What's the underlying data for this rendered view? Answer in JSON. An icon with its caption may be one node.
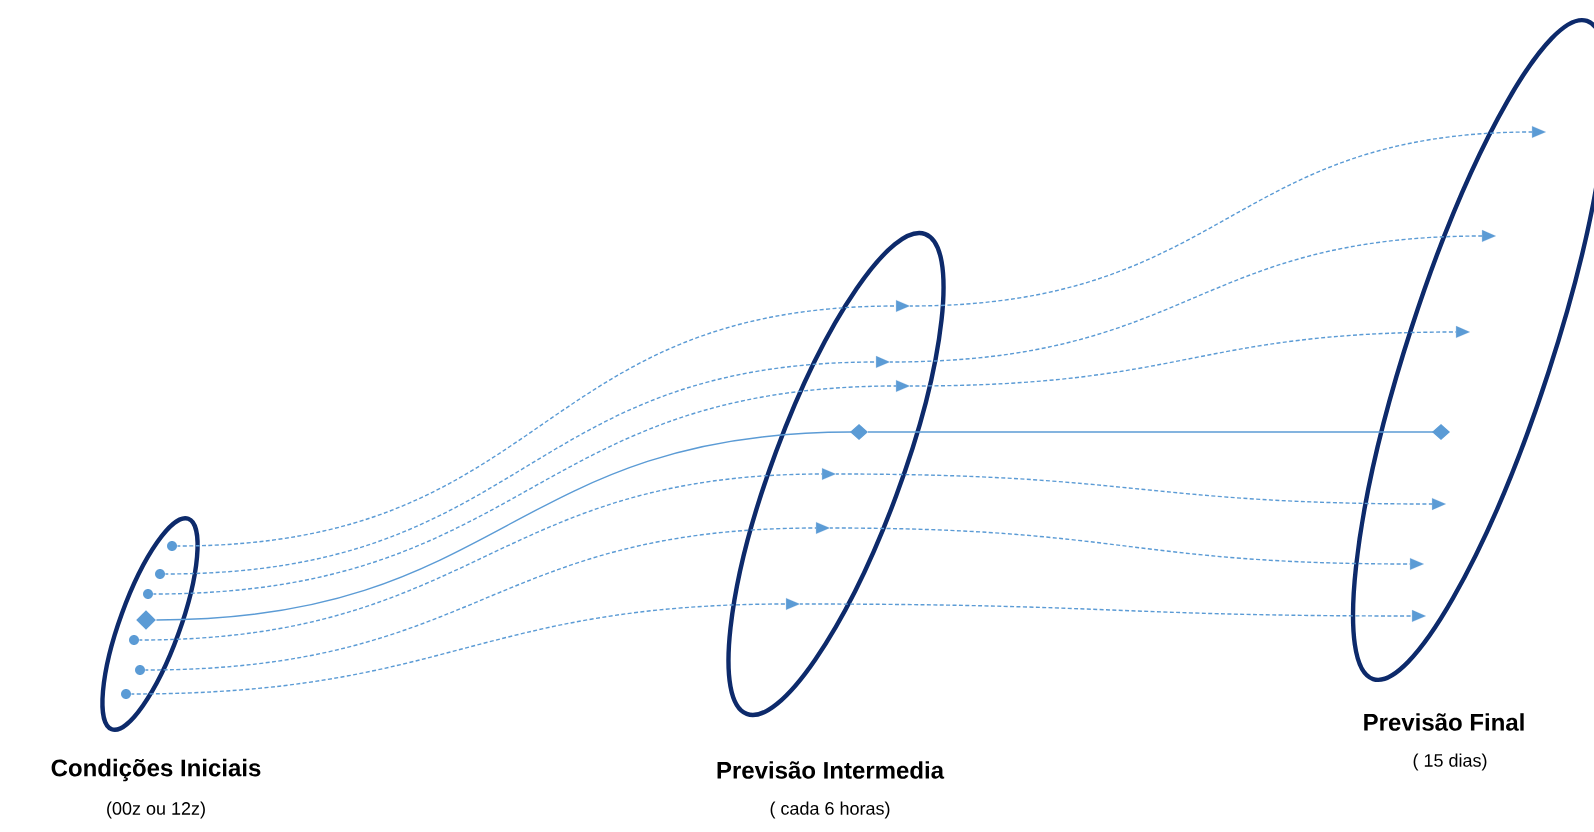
{
  "diagram": {
    "nodes": [
      {
        "text": [
          "Condições Iniciais",
          "(00z ou 12z)"
        ]
      },
      {
        "text": [
          "Previsão Intermedia",
          "( cada 6 horas)"
        ]
      },
      {
        "text": [
          "Previsão Final",
          "( 15 dias)"
        ]
      },
      {
        "text": [],
        "shape": "circle",
        "in": 0
      },
      {
        "text": [],
        "shape": "circle",
        "in": 0
      },
      {
        "text": [],
        "shape": "circle",
        "in": 0
      },
      {
        "text": [],
        "shape": "diamond",
        "in": 0
      },
      {
        "text": [],
        "shape": "circle",
        "in": 0
      },
      {
        "text": [],
        "shape": "circle",
        "in": 0
      },
      {
        "text": [],
        "shape": "circle",
        "in": 0
      }
    ],
    "edges": [
      {
        "from": 3,
        "to": 1,
        "arrow": "to",
        "style": "dashed"
      },
      {
        "from": 4,
        "to": 1,
        "arrow": "to",
        "style": "dashed"
      },
      {
        "from": 5,
        "to": 1,
        "arrow": "to",
        "style": "dashed"
      },
      {
        "from": 6,
        "to": 1,
        "arrow": "other"
      },
      {
        "from": 7,
        "to": 1,
        "arrow": "to",
        "style": "dashed"
      },
      {
        "from": 8,
        "to": 1,
        "arrow": "to",
        "style": "dashed"
      },
      {
        "from": 9,
        "to": 1,
        "arrow": "to",
        "style": "dashed"
      },
      {
        "from": 1,
        "to": 2,
        "arrow": "to",
        "style": "dashed"
      },
      {
        "from": 1,
        "to": 2,
        "arrow": "to",
        "style": "dashed"
      },
      {
        "from": 1,
        "to": 2,
        "arrow": "to",
        "style": "dashed"
      },
      {
        "from": 1,
        "to": 2,
        "arrow": "other"
      },
      {
        "from": 1,
        "to": 2,
        "arrow": "to",
        "style": "dashed"
      },
      {
        "from": 1,
        "to": 2,
        "arrow": "to",
        "style": "dashed"
      },
      {
        "from": 1,
        "to": 2,
        "arrow": "to",
        "style": "dashed"
      }
    ]
  }
}
